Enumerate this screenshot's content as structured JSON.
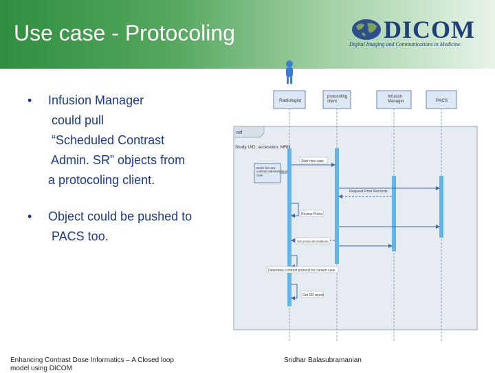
{
  "slide": {
    "title": "Use case - Protocoling",
    "logo": {
      "word": "DICOM",
      "tagline": "Digital Imaging and Communications in Medicine"
    },
    "bullets": [
      "Infusion Manager\n could pull\n “Scheduled Contrast\n Admin. SR” objects from\na protocoling client.",
      "Object could be pushed to\n PACS too."
    ],
    "footer_left": "Enhancing Contrast Dose Informatics – A Closed loop model using DICOM",
    "footer_right": "Sridhar Balasubramanian"
  },
  "diagram": {
    "lifelines": [
      "Radiologist",
      "protocoling\nclient",
      "Infusion\nManager",
      "PACS"
    ],
    "frame_tag": "ref",
    "frame_label": "Study UID, accession, MRN",
    "note": "Order for new\ncontrast administration\ncase",
    "messages": [
      "Start new case",
      "Request Prior Records",
      "Review Priors",
      "Set protocol/conditions",
      "Determine contrast protocol for current case",
      "Get SR report"
    ]
  }
}
